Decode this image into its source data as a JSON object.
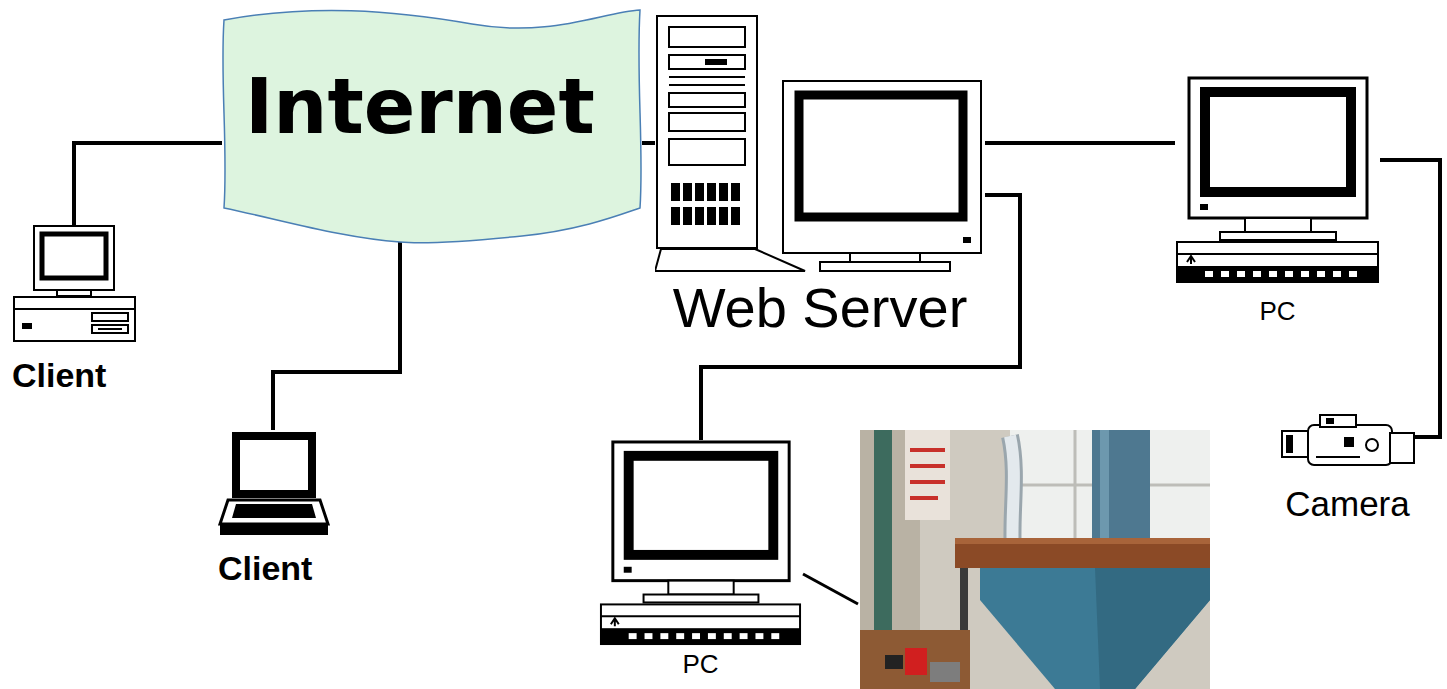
{
  "diagram": {
    "nodes": [
      {
        "text": [
          "Internet"
        ]
      },
      {
        "text": [
          "Web Server"
        ]
      },
      {
        "text": [
          "PC"
        ]
      },
      {
        "text": [
          "Client"
        ]
      },
      {
        "text": [
          "Client"
        ]
      },
      {
        "text": [
          "Camera"
        ]
      },
      {
        "text": [
          "PC"
        ]
      }
    ],
    "edges": [
      {
        "from": 3,
        "to": 0,
        "arrow": "none"
      },
      {
        "from": 4,
        "to": 0,
        "arrow": "none"
      },
      {
        "from": 0,
        "to": 1,
        "arrow": "none"
      },
      {
        "from": 1,
        "to": 2,
        "arrow": "none"
      },
      {
        "from": 2,
        "to": 5,
        "arrow": "none"
      },
      {
        "from": 1,
        "to": 6,
        "arrow": "none"
      }
    ]
  }
}
